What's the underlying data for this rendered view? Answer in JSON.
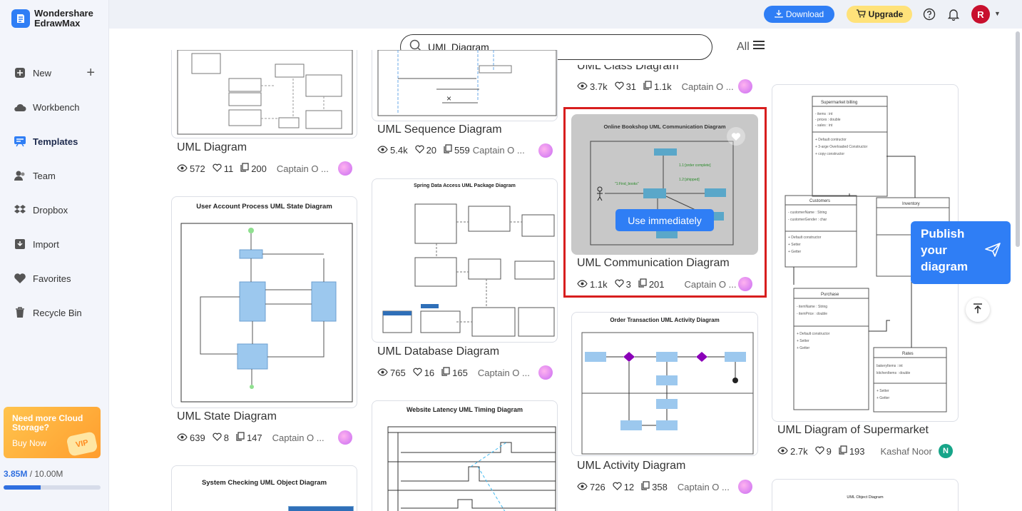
{
  "app": {
    "name_line1": "Wondershare",
    "name_line2": "EdrawMax"
  },
  "sidebar": {
    "items": [
      {
        "label": "New",
        "icon": "plus-square-icon"
      },
      {
        "label": "Workbench",
        "icon": "cloud-icon"
      },
      {
        "label": "Templates",
        "icon": "templates-icon",
        "active": true
      },
      {
        "label": "Team",
        "icon": "team-icon"
      },
      {
        "label": "Dropbox",
        "icon": "dropbox-icon"
      },
      {
        "label": "Import",
        "icon": "import-icon"
      },
      {
        "label": "Favorites",
        "icon": "heart-icon"
      },
      {
        "label": "Recycle Bin",
        "icon": "trash-icon"
      }
    ],
    "promo": {
      "title": "Need more Cloud Storage?",
      "button": "Buy Now",
      "badge": "VIP"
    },
    "storage": {
      "used": "3.85M",
      "total": " / 10.00M",
      "fraction": 0.385
    }
  },
  "topbar": {
    "download": "Download",
    "upgrade": "Upgrade",
    "avatar_letter": "R"
  },
  "search": {
    "value": "UML Diagram",
    "filter": "All"
  },
  "cards": [
    {
      "title": "UML Diagram",
      "views": "572",
      "likes": "11",
      "copies": "200",
      "author": "Captain O ..."
    },
    {
      "title": "UML State Diagram",
      "views": "639",
      "likes": "8",
      "copies": "147",
      "author": "Captain O ...",
      "diagram_title": "User Account Process UML State Diagram"
    },
    {
      "title": "UML Sequence Diagram",
      "views": "5.4k",
      "likes": "20",
      "copies": "559",
      "author": "Captain O ..."
    },
    {
      "title": "UML Database Diagram",
      "views": "765",
      "likes": "16",
      "copies": "165",
      "author": "Captain O ...",
      "diagram_title": "Spring Data Access UML Package Diagram"
    },
    {
      "title": "UML Class Diagram",
      "views": "3.7k",
      "likes": "31",
      "copies": "1.1k",
      "author": "Captain O ..."
    },
    {
      "title": "UML Communication Diagram",
      "views": "1.1k",
      "likes": "3",
      "copies": "201",
      "author": "Captain O ...",
      "diagram_title": "Online Bookshop UML Communication Diagram",
      "use_button": "Use immediately"
    },
    {
      "title": "UML Activity Diagram",
      "views": "726",
      "likes": "12",
      "copies": "358",
      "author": "Captain O ...",
      "diagram_title": "Order Transaction UML Activity Diagram"
    },
    {
      "title": "UML Diagram of Supermarket",
      "views": "2.7k",
      "likes": "9",
      "copies": "193",
      "author": "Kashaf Noor",
      "author_initial": "N"
    }
  ],
  "partial_cards": {
    "timing_title": "Website Latency UML Timing Diagram",
    "object_title": "System Checking UML Object Diagram",
    "object_diagram_title": "UML Object Diagram"
  },
  "publish": {
    "line1": "Publish",
    "line2": "your",
    "line3": "diagram"
  }
}
